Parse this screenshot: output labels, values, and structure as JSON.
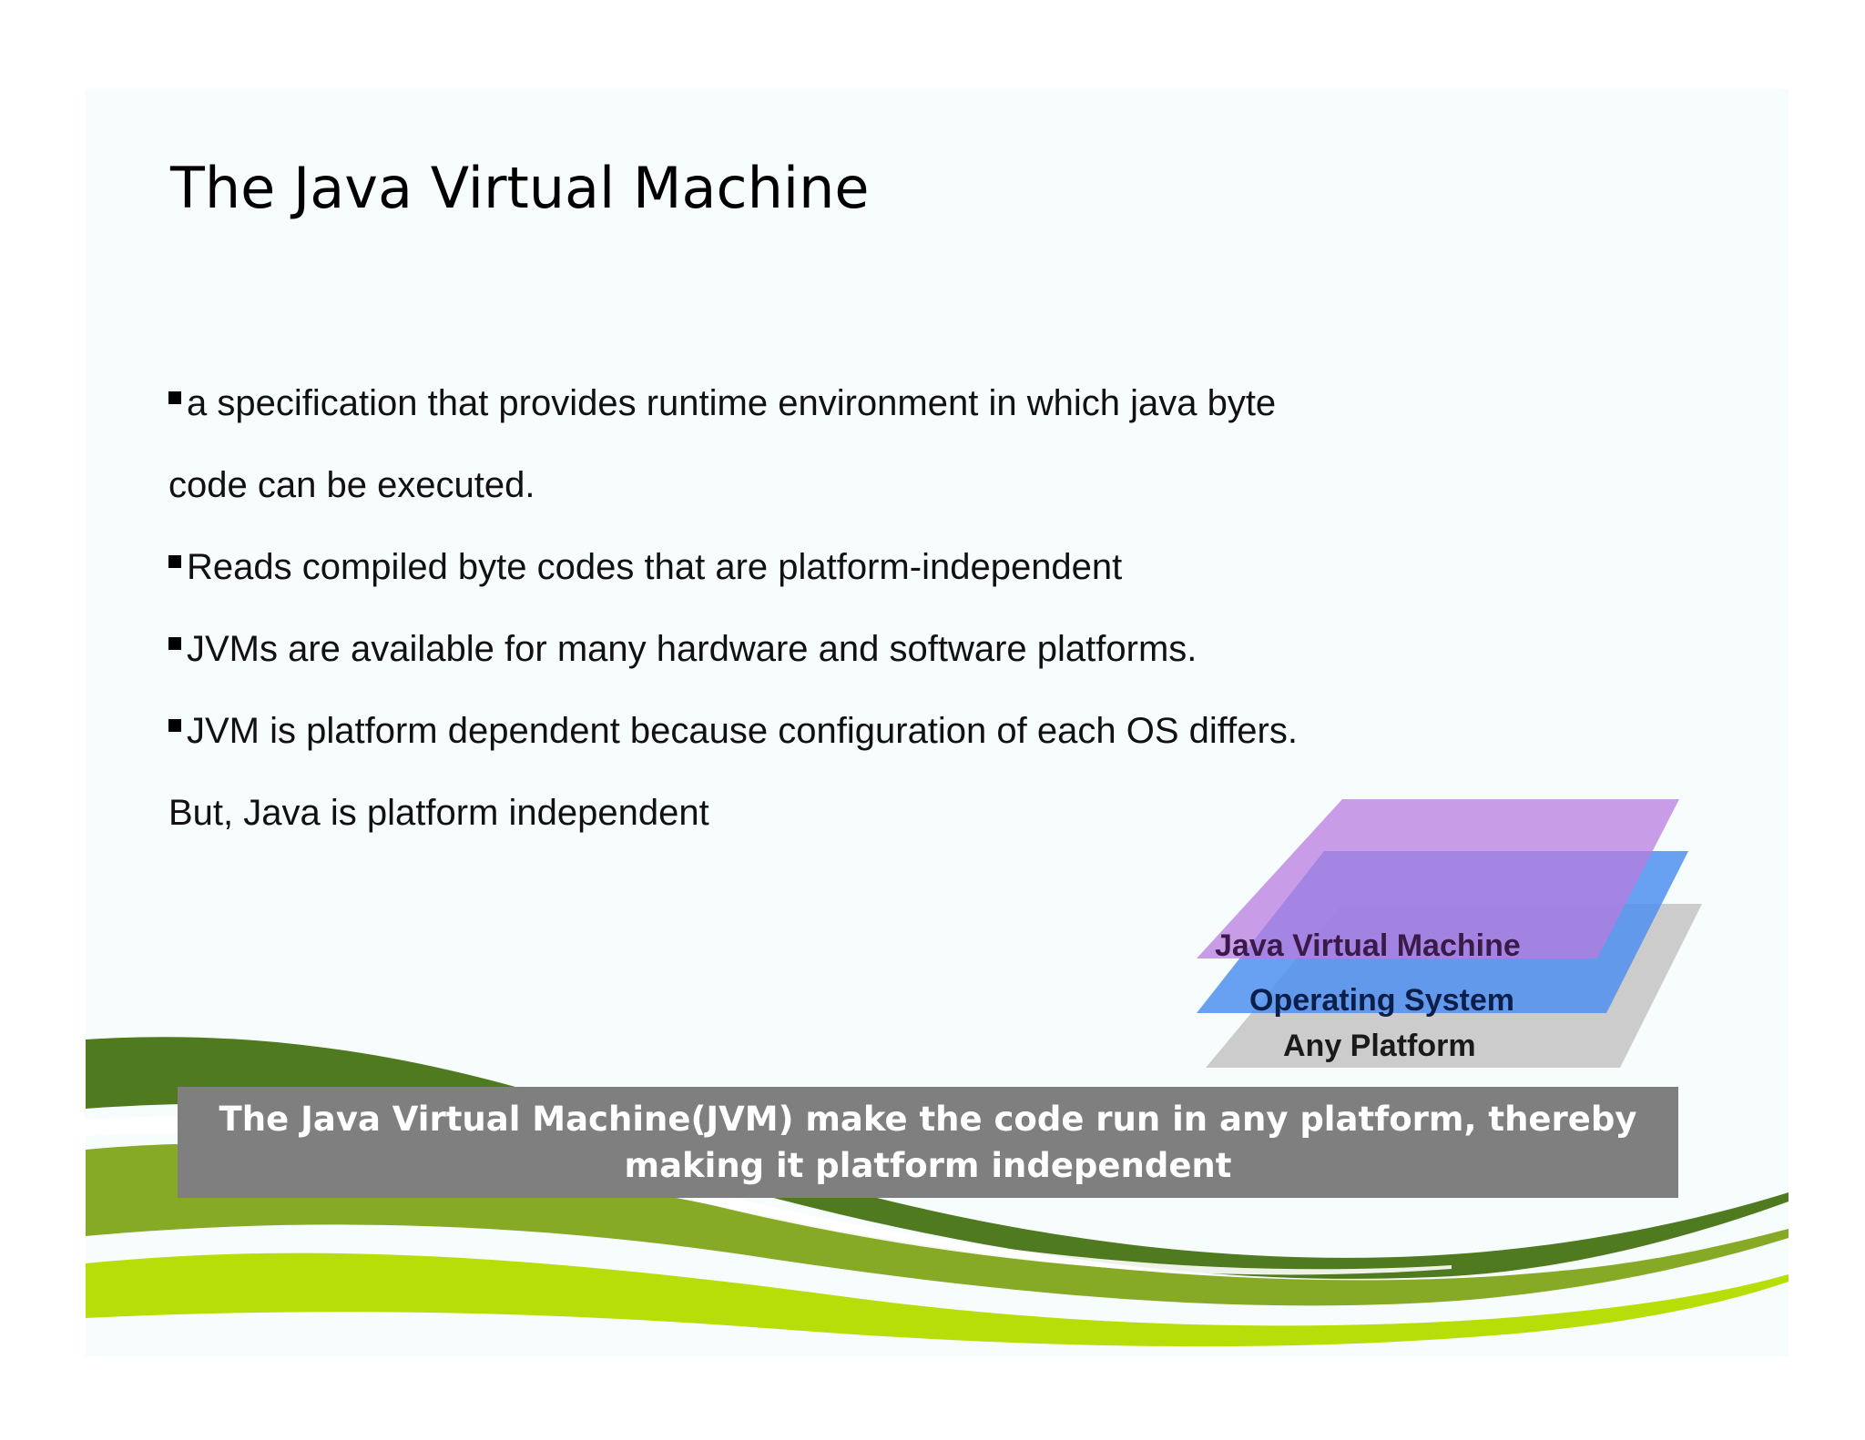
{
  "slide": {
    "title": "The Java Virtual Machine",
    "lines": [
      {
        "bullet": true,
        "text": "a specification that provides runtime environment in which java byte"
      },
      {
        "bullet": false,
        "text": "code can be executed."
      },
      {
        "bullet": true,
        "text": "Reads compiled byte codes that are platform-independent"
      },
      {
        "bullet": true,
        "text": "JVMs are available for many hardware and software platforms."
      },
      {
        "bullet": true,
        "text": "JVM is platform dependent because configuration of each OS differs."
      },
      {
        "bullet": false,
        "text": "But, Java is platform independent"
      }
    ],
    "diagram": {
      "layers": [
        {
          "label": "Java Virtual Machine",
          "color": "#b97cdf"
        },
        {
          "label": "Operating System",
          "color": "#4f8ff0"
        },
        {
          "label": "Any Platform",
          "color": "#c9c9c9"
        }
      ]
    },
    "caption": "The Java Virtual Machine(JVM) make the code run in any platform, thereby making it platform independent"
  },
  "colors": {
    "slide_background": "#f7fcfd",
    "caption_background": "#7f7f7f",
    "wave_dark": "#4f7a1f",
    "wave_mid": "#86aa26",
    "wave_light": "#b6df0a"
  }
}
